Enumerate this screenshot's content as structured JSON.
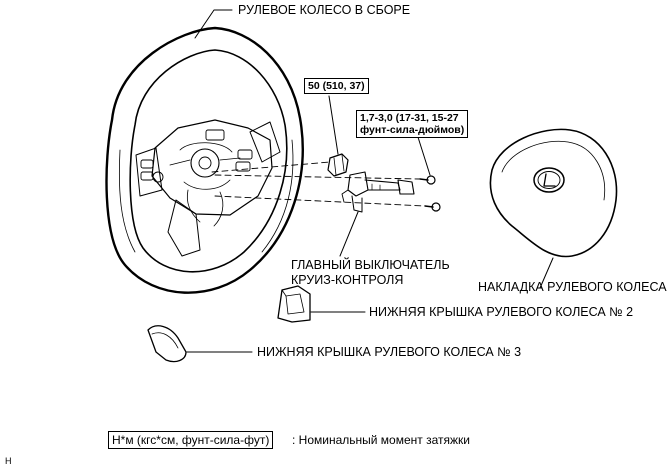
{
  "labels": {
    "steering_wheel_assy": "РУЛЕВОЕ КОЛЕСО В СБОРЕ",
    "cruise_switch_line1": "ГЛАВНЫЙ ВЫКЛЮЧАТЕЛЬ",
    "cruise_switch_line2": "КРУИЗ-КОНТРОЛЯ",
    "pad": "НАКЛАДКА РУЛЕВОГО КОЛЕСА",
    "lower_cover_2": "НИЖНЯЯ КРЫШКА РУЛЕВОГО КОЛЕСА № 2",
    "lower_cover_3": "НИЖНЯЯ КРЫШКА РУЛЕВОГО КОЛЕСА № 3"
  },
  "torque": {
    "nut": "50 (510, 37)",
    "screw_line1": "1,7-3,0 (17-31, 15-27",
    "screw_line2": "фунт-сила-дюймов)"
  },
  "legend": {
    "unit_box": "Н*м (кгс*см, фунт-сила-фут)",
    "meaning": ": Номинальный момент затяжки"
  },
  "figure_id": "H"
}
